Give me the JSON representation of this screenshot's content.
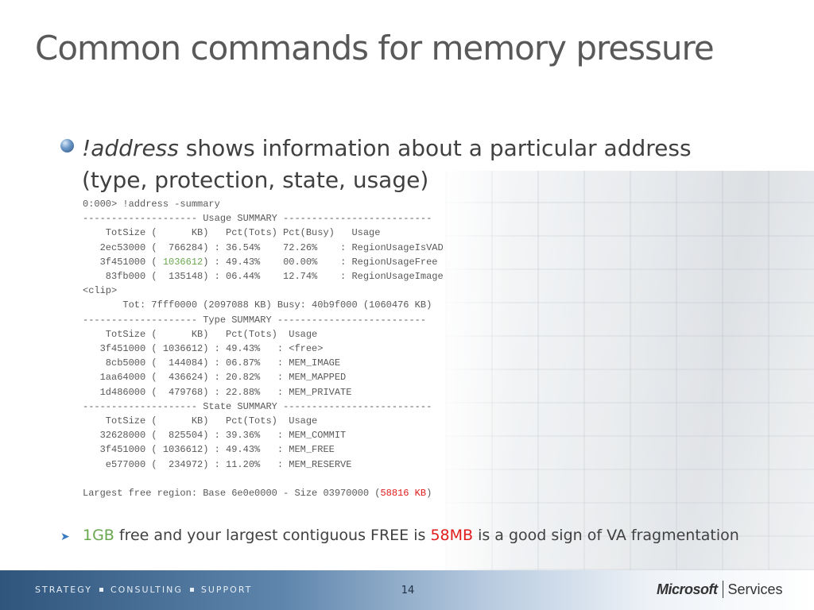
{
  "slide": {
    "title": "Common commands for memory pressure",
    "bullet": {
      "command": "!address",
      "text_line1": " shows information about a particular address",
      "text_line2": "(type, protection, state, usage)"
    },
    "code_lines": [
      "0:000> !address -summary",
      "-------------------- Usage SUMMARY --------------------------",
      "    TotSize (      KB)   Pct(Tots) Pct(Busy)   Usage",
      "   2ec53000 (  766284) : 36.54%    72.26%    : RegionUsageIsVAD",
      "   3f451000 ( ",
      "1036612",
      ") : 49.43%    00.00%    : RegionUsageFree",
      "    83fb000 (  135148) : 06.44%    12.74%    : RegionUsageImage",
      "<clip>",
      "       Tot: 7fff0000 (2097088 KB) Busy: 40b9f000 (1060476 KB)",
      "-------------------- Type SUMMARY --------------------------",
      "    TotSize (      KB)   Pct(Tots)  Usage",
      "   3f451000 ( 1036612) : 49.43%   : <free>",
      "    8cb5000 (  144084) : 06.87%   : MEM_IMAGE",
      "   1aa64000 (  436624) : 20.82%   : MEM_MAPPED",
      "   1d486000 (  479768) : 22.88%   : MEM_PRIVATE",
      "-------------------- State SUMMARY --------------------------",
      "    TotSize (      KB)   Pct(Tots)  Usage",
      "   32628000 (  825504) : 39.36%   : MEM_COMMIT",
      "   3f451000 ( 1036612) : 49.43%   : MEM_FREE",
      "    e577000 (  234972) : 11.20%   : MEM_RESERVE",
      "",
      "Largest free region: Base 6e0e0000 - Size 03970000 (",
      "58816 KB",
      ")"
    ],
    "sub_bullet": {
      "highlight1": "1GB",
      "text1": " free and your largest contiguous FREE is ",
      "highlight2": "58MB",
      "text2": " is a good sign of VA fragmentation"
    },
    "footer": {
      "tagline": [
        "STRATEGY",
        "CONSULTING",
        "SUPPORT"
      ],
      "page_number": "14",
      "logo_brand": "Microsoft",
      "logo_services": "Services"
    },
    "colors": {
      "highlight_green": "#6aa84f",
      "highlight_red": "#e01c1c",
      "bullet_blue": "#284f7c"
    }
  }
}
